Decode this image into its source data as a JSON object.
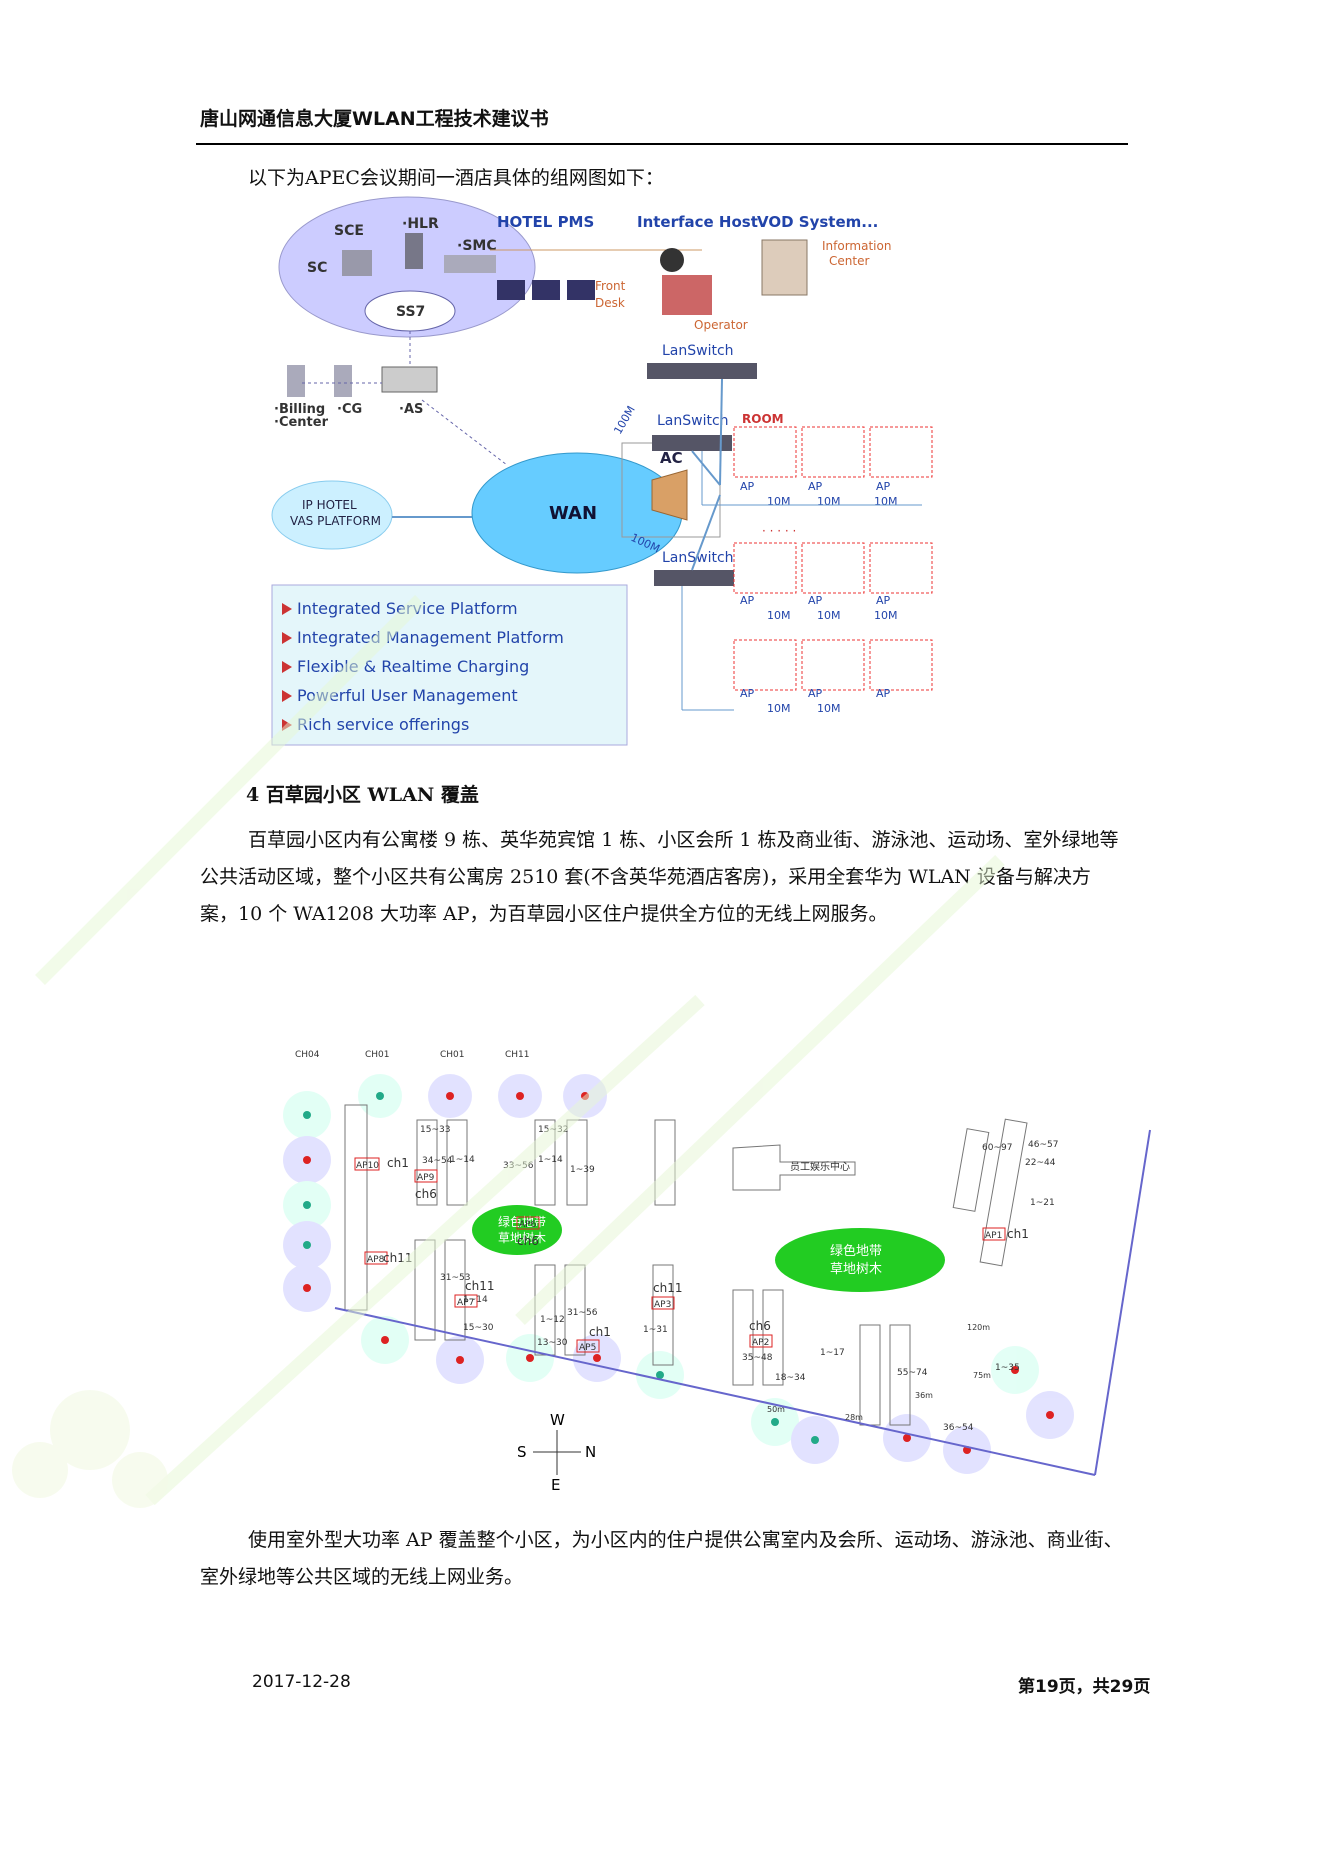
{
  "header": {
    "title": "唐山网通信息大厦WLAN工程技术建议书"
  },
  "intro": "以下为APEC会议期间一酒店具体的组网图如下：",
  "fig1": {
    "sce": "SCE",
    "hlr": "·HLR",
    "sc": "SC",
    "smc": "·SMC",
    "ss7": "SS7",
    "billing1": "·Billing",
    "billing2": "·Center",
    "cg": "·CG",
    "as": "·AS",
    "iphotel1": "IP HOTEL",
    "iphotel2": "VAS PLATFORM",
    "wan": "WAN",
    "ac": "AC",
    "hotelpms": "HOTEL PMS",
    "interfacehost": "Interface Host",
    "vod": "VOD System...",
    "front1": "Front",
    "front2": "Desk",
    "operator": "Operator",
    "info1": "Information",
    "info2": "Center",
    "lanswitch": "LanSwitch",
    "room": "ROOM",
    "ap": "AP",
    "m10": "10M",
    "m100": "100M",
    "dots": "· · · · ·",
    "features": [
      "Integrated Service Platform",
      "Integrated Management Platform",
      "Flexible & Realtime Charging",
      "Powerful User Management",
      "Rich service offerings"
    ]
  },
  "section4": {
    "heading": "4 百草园小区 WLAN 覆盖",
    "para": "百草园小区内有公寓楼 9 栋、英华苑宾馆 1 栋、小区会所 1 栋及商业街、游泳池、运动场、室外绿地等公共活动区域，整个小区共有公寓房 2510 套(不含英华苑酒店客房)，采用全套华为 WLAN 设备与解决方案，10 个 WA1208 大功率 AP，为百草园小区住户提供全方位的无线上网服务。"
  },
  "fig2": {
    "green1a": "绿色地带",
    "green1b": "草地树木",
    "green2a": "绿色地带",
    "green2b": "草地树木",
    "clubhouse": "员工娱乐中心",
    "aps": [
      "AP10",
      "AP9",
      "AP6",
      "AP8",
      "AP7",
      "AP5",
      "AP3",
      "AP2",
      "AP1"
    ],
    "chs": [
      "ch1",
      "ch6",
      "ch6",
      "ch11",
      "ch11",
      "ch1",
      "ch11",
      "ch6",
      "ch1"
    ],
    "ranges": [
      "15~33",
      "34~54",
      "1~14",
      "15~32",
      "1~14",
      "33~56",
      "1~39",
      "31~53",
      "1~14",
      "15~30",
      "1~12",
      "31~56",
      "13~30",
      "1~31",
      "35~48",
      "1~17",
      "18~34",
      "55~74",
      "1~35",
      "36~54",
      "60~97",
      "46~57",
      "22~44",
      "1~21"
    ],
    "top_labels": [
      "CH04",
      "CH01",
      "CH01",
      "CH11"
    ],
    "compass": {
      "w": "W",
      "e": "E",
      "s": "S",
      "n": "N"
    },
    "dists": [
      "120m",
      "75m",
      "36m",
      "50m",
      "28m"
    ]
  },
  "outro": "使用室外型大功率 AP 覆盖整个小区，为小区内的住户提供公寓室内及会所、运动场、游泳池、商业街、室外绿地等公共区域的无线上网业务。",
  "footer": {
    "date": "2017-12-28",
    "page": "第19页，共29页"
  }
}
